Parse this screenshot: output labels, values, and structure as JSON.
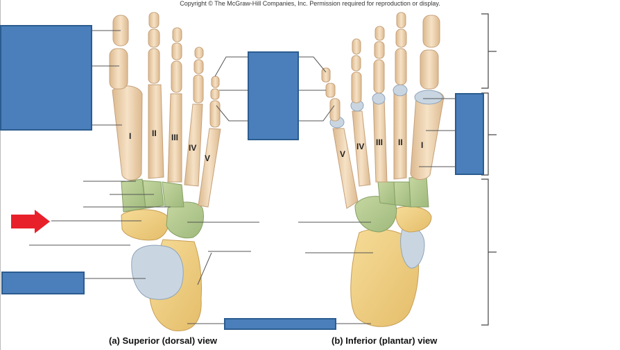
{
  "copyright": "Copyright © The McGraw-Hill Companies, Inc. Permission required for reproduction or display.",
  "views": {
    "superior": {
      "caption": "(a) Superior (dorsal) view"
    },
    "inferior": {
      "caption": "(b) Inferior (plantar) view"
    }
  },
  "metatarsal_numerals": {
    "superior": [
      "I",
      "II",
      "III",
      "IV",
      "V"
    ],
    "inferior": [
      "V",
      "IV",
      "III",
      "II",
      "I"
    ]
  },
  "colors": {
    "label_box": "#4a7fbb",
    "label_box_border": "#2b5c8f",
    "bone": "#f2d9b8",
    "bone_shade": "#dcb98f",
    "tarsal_green": "#b7cc93",
    "tarsal_yellow": "#f1d38a",
    "talus_blue": "#c9d6e2",
    "arrow": "#e8202a",
    "leader_line": "#555555"
  }
}
